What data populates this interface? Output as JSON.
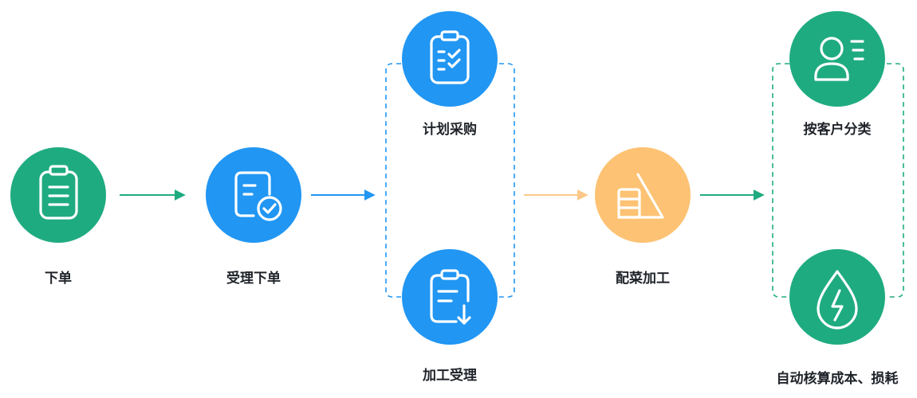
{
  "colors": {
    "green": "#1fab80",
    "blue": "#2196f3",
    "orange": "#fdc273",
    "arrow_green": "#1fab80",
    "arrow_blue": "#2196f3",
    "arrow_orange": "#fcc98a"
  },
  "steps": [
    {
      "label": "下单",
      "icon": "clipboard-icon"
    },
    {
      "label": "受理下单",
      "icon": "document-check-icon"
    },
    {
      "label": "计划采购",
      "icon": "checklist-icon"
    },
    {
      "label": "加工受理",
      "icon": "clipboard-download-icon"
    },
    {
      "label": "配菜加工",
      "icon": "stack-triangle-icon"
    },
    {
      "label": "按客户分类",
      "icon": "user-list-icon"
    },
    {
      "label": "自动核算成本、损耗",
      "icon": "drop-lightning-icon"
    }
  ]
}
